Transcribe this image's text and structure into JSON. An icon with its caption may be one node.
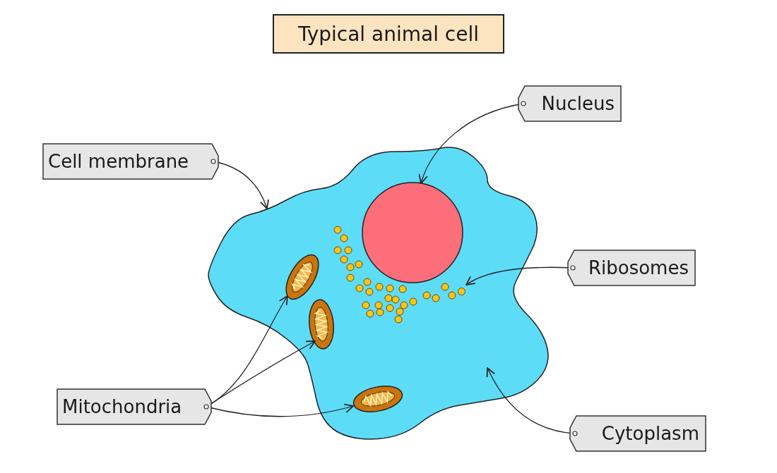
{
  "diagram": {
    "title": "Typical animal cell",
    "nodes": [
      {
        "text": [
          "Nucleus"
        ]
      },
      {
        "text": [
          "Cell membrane"
        ]
      },
      {
        "text": [
          "Ribosomes"
        ]
      },
      {
        "text": [
          "Mitochondria"
        ]
      },
      {
        "text": [
          "Cytoplasm"
        ]
      },
      {
        "text": [],
        "shape": "cloud"
      },
      {
        "text": [],
        "shape": "circle",
        "in": 5
      },
      {
        "text": [],
        "shape": "circle",
        "in": 5
      },
      {
        "text": [],
        "shape": "picture",
        "in": 5
      },
      {
        "text": [],
        "shape": "picture",
        "in": 5
      },
      {
        "text": [],
        "shape": "picture",
        "in": 5
      }
    ],
    "edges": [
      {
        "from": 0,
        "to": 6,
        "arrow": "to"
      },
      {
        "from": 1,
        "to": 5,
        "arrow": "to"
      },
      {
        "from": 2,
        "to": 7,
        "arrow": "to"
      },
      {
        "from": 3,
        "to": 8,
        "arrow": "to"
      },
      {
        "from": 3,
        "to": 9,
        "arrow": "to"
      },
      {
        "from": 3,
        "to": 10,
        "arrow": "to"
      },
      {
        "from": 4,
        "to": 5,
        "arrow": "to"
      }
    ]
  }
}
